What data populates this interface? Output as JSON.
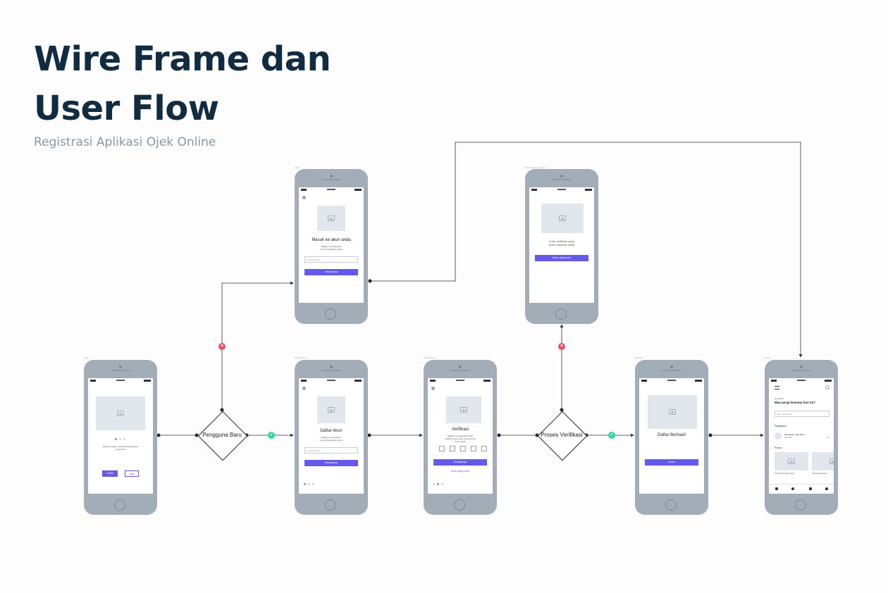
{
  "header": {
    "title_line1": "Wire Frame dan",
    "title_line2": "User Flow",
    "subtitle": "Registrasi Aplikasi Ojek Online"
  },
  "colors": {
    "title": "#112b40",
    "phone": "#a3adb8",
    "accent": "#6459e8",
    "reject": "#ea4f63",
    "accept": "#2fd6a1"
  },
  "decisions": {
    "new_user": "Pengguna Baru",
    "verification": "Proses Verifikasi"
  },
  "screens": {
    "intro": {
      "label": "Intro",
      "text": "Nikmati ongkos murah dan perjalanan yang aman",
      "primary": "Daftar",
      "secondary": "Login"
    },
    "login": {
      "label": "Login",
      "heading": "Masuk ke akun anda",
      "desc": "Silakan memasukkan nomor handphone Anda.",
      "placeholder": "No handphone",
      "button": "Selanjutnya"
    },
    "register": {
      "label": "Daftar Step 1",
      "heading": "Daftar Akun",
      "desc": "Silakan memasukkan nomor handphone Anda.",
      "placeholder": "No handphone",
      "button": "Selanjutnya"
    },
    "verify": {
      "label": "Daftar Step 2",
      "heading": "Verifikasi",
      "desc": "Silakan memasukkan kode verifikasi yang telah kami kirim ke nomor Anda.",
      "button": "Selanjutnya",
      "link": "Kirim ulang kode"
    },
    "verify_fail": {
      "label": "Daftar Step 2 - Gagal",
      "text": "Kode verifikasi yang anda masukan salah",
      "button": "Kirim ulang kode"
    },
    "success": {
      "label": "Berhasil",
      "heading": "Daftar Berhasil",
      "button": "Home"
    },
    "home": {
      "label": "Home",
      "greeting": "Hai, Budi",
      "question": "Mau pergi kemana hari ini?",
      "search": "Pilih lokasi tujuan",
      "section_history": "Pangkalan",
      "history_item": "Pangkalan Ojek Bayu",
      "history_sub": "500 meter",
      "history_time": "10 ...",
      "section_promo": "Promo",
      "promo1": "Voucher potongan harga",
      "promo2": "Voucher potongan h"
    }
  }
}
